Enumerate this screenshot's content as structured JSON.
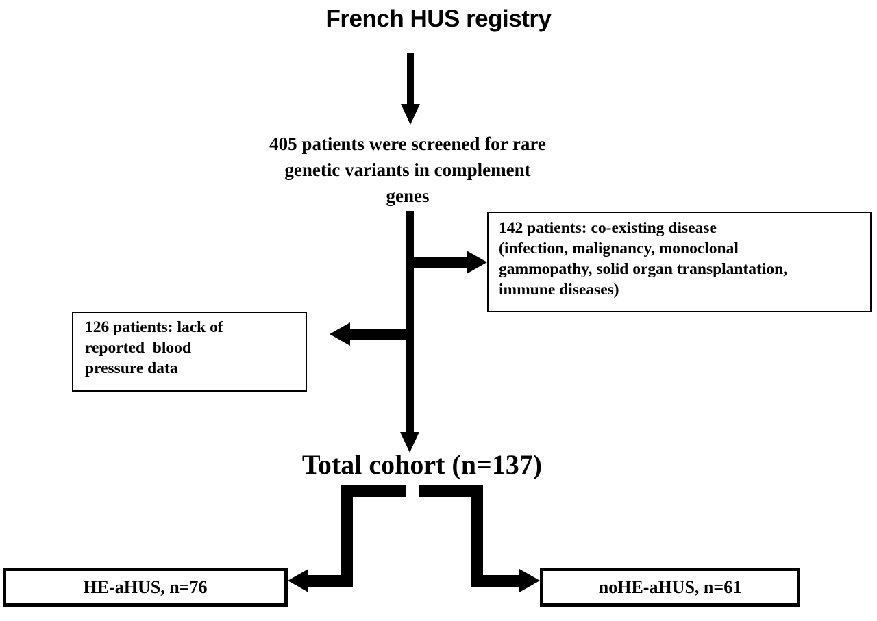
{
  "figure": {
    "type": "flowchart",
    "orientation": "vertical",
    "background_color": "#ffffff",
    "line_color": "#000000",
    "text_color": "#000000"
  },
  "title": {
    "text": "French HUS registry"
  },
  "screening": {
    "line1": "405 patients were screened for rare",
    "line2": "genetic variants in complement",
    "line3": "genes"
  },
  "exclusions": {
    "co_existing_disease": {
      "text": "142 patients: co-existing disease (infection, malignancy, monoclonal gammopathy, solid organ transplantation, immune diseases)",
      "count": "142",
      "lines": [
        "142 patients: co-existing disease",
        "(infection, malignancy, monoclonal",
        "gammopathy, solid organ transplantation,",
        "immune diseases)"
      ]
    },
    "missing_bp_data": {
      "text": "126 patients: lack of reported  blood pressure data",
      "count": "126",
      "lines": [
        "126 patients: lack of",
        "reported  blood",
        "pressure data"
      ]
    }
  },
  "cohort": {
    "label": "Total cohort (n=137)",
    "n": "137"
  },
  "groups": [
    {
      "label": "HE-aHUS, n=76",
      "n": "76"
    },
    {
      "label": "noHE-aHUS, n=61",
      "n": "61"
    }
  ]
}
